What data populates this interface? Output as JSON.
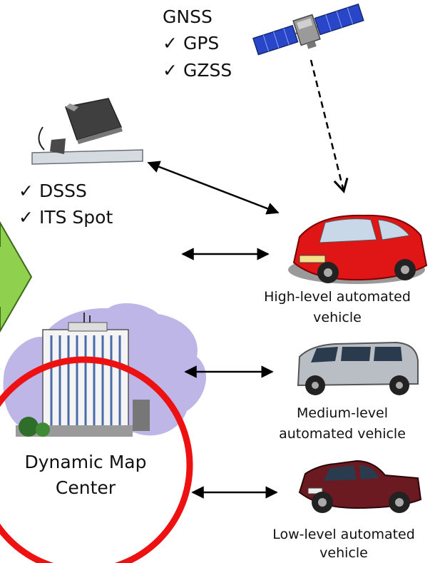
{
  "gnss": {
    "title": "GNSS",
    "items": [
      "GPS",
      "GZSS"
    ],
    "check_glyph": "✓"
  },
  "roadside": {
    "items": [
      "DSSS",
      "ITS Spot"
    ],
    "check_glyph": "✓"
  },
  "center": {
    "label_line1": "Dynamic Map",
    "label_line2": "Center"
  },
  "vehicles": [
    {
      "label_line1": "High-level automated",
      "label_line2": "vehicle",
      "color": "#e01515"
    },
    {
      "label_line1": "Medium-level",
      "label_line2": "automated vehicle",
      "color": "#b9bec4"
    },
    {
      "label_line1": "Low-level automated",
      "label_line2": "vehicle",
      "color": "#6b1a22"
    }
  ],
  "colors": {
    "circle_ring": "#ee1111",
    "green_arrow": "#8fd14f",
    "building_bg": "#bdb6e6",
    "satellite_panel": "#2a46c8"
  },
  "icons": [
    "satellite-icon",
    "roadside-unit-icon",
    "building-icon",
    "car-icon",
    "minivan-icon",
    "sedan-icon"
  ]
}
